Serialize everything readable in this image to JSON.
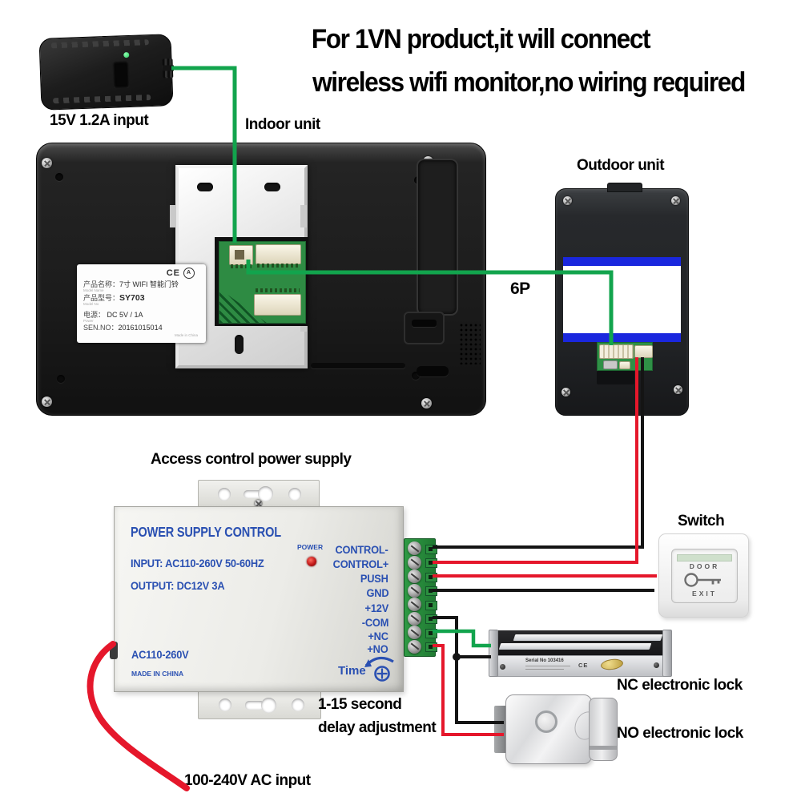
{
  "title": {
    "line1": "For 1VN product,it will connect",
    "line2": "wireless wifi monitor,no wiring required"
  },
  "labels": {
    "adapter_input": "15V 1.2A input",
    "indoor_unit": "Indoor unit",
    "outdoor_unit": "Outdoor unit",
    "six_p": "6P",
    "access_power": "Access control power supply",
    "switch": "Switch",
    "nc_lock": "NC electronic lock",
    "no_lock": "NO electronic lock",
    "delay_line1": "1-15 second",
    "delay_line2": "delay adjustment",
    "ac_input": "100-240V AC input"
  },
  "monitor_label": {
    "ce": "CE",
    "cert": "A",
    "rows": [
      {
        "label": "产品名称：",
        "value": "7寸 WIFI 智能门铃",
        "sub": "Model Name"
      },
      {
        "label": "产品型号：",
        "value": "SY703",
        "sub": "Model No"
      },
      {
        "label": "电源：",
        "value": "DC 5V / 1A",
        "sub": "Power"
      },
      {
        "label": "SEN.NO：",
        "value": "20161015014",
        "sub": ""
      }
    ],
    "made_in": "Made in China"
  },
  "psu": {
    "title": "POWER SUPPLY CONTROL",
    "input": "INPUT: AC110-260V 50-60HZ",
    "output": "OUTPUT:  DC12V   3A",
    "power_led": "POWER",
    "terminals": [
      "CONTROL-",
      "CONTROL+",
      "PUSH",
      "GND",
      "+12V",
      "-COM",
      "+NC",
      "+NO"
    ],
    "ac_rating": "AC110-260V",
    "made_in": "MADE IN CHINA",
    "time": "Time"
  },
  "switch_panel": {
    "door": "DOOR",
    "exit": "EXIT"
  },
  "maglock": {
    "serial": "Serial No 103416",
    "ce": "CE"
  },
  "colors": {
    "wire_green": "#12a44d",
    "wire_red": "#e5172b",
    "wire_black": "#141414",
    "psu_text_blue": "#2a50b2",
    "outdoor_stripe_blue": "#1a27de"
  }
}
